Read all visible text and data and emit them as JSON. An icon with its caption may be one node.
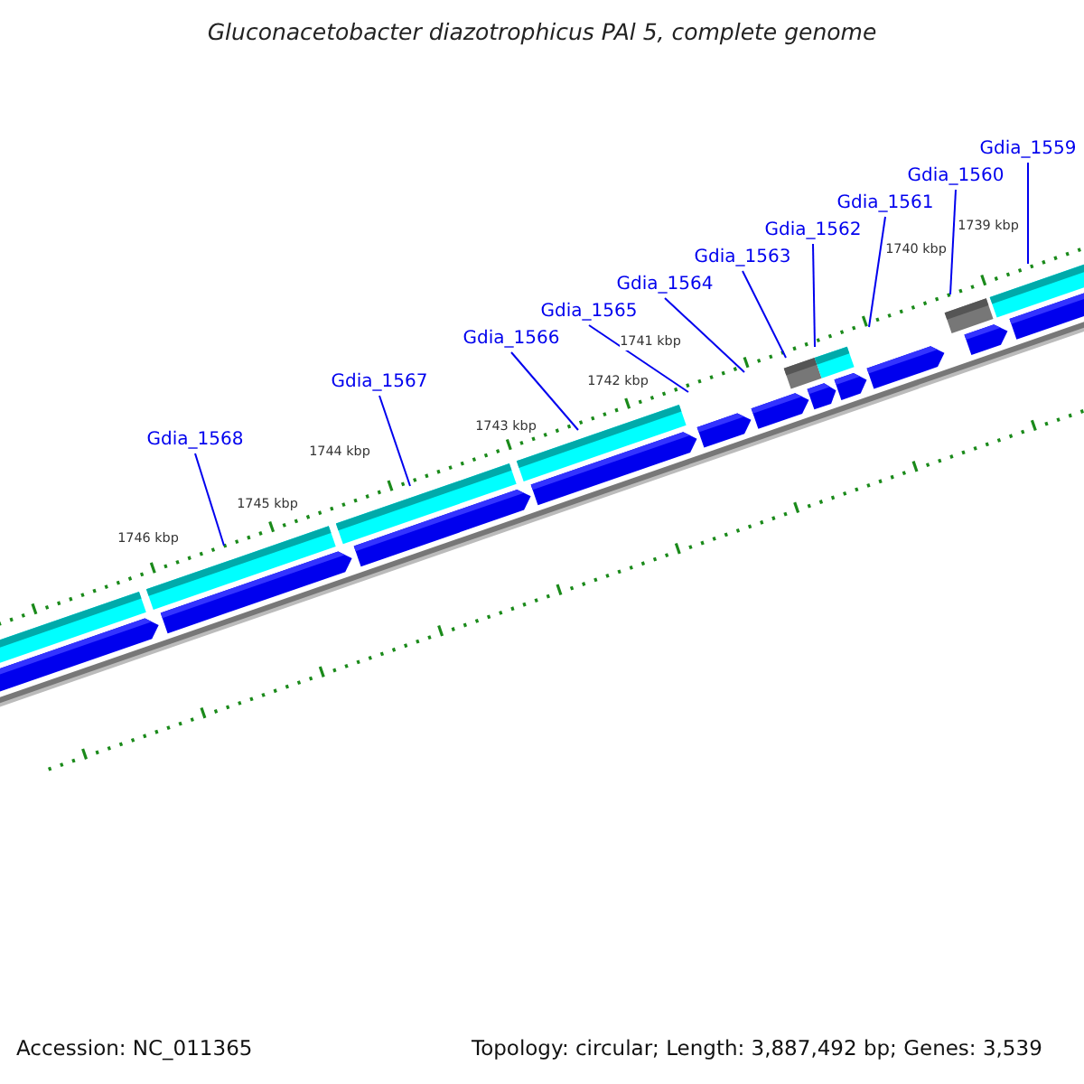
{
  "diagram": {
    "title": "Gluconacetobacter diazotrophicus PAl 5, complete genome",
    "nodes": [
      {
        "text": [
          "Gdia_1559"
        ]
      },
      {
        "text": [
          "Gdia_1560"
        ]
      },
      {
        "text": [
          "Gdia_1561"
        ]
      },
      {
        "text": [
          "Gdia_1562"
        ]
      },
      {
        "text": [
          "Gdia_1563"
        ]
      },
      {
        "text": [
          "Gdia_1564"
        ]
      },
      {
        "text": [
          "Gdia_1565"
        ]
      },
      {
        "text": [
          "Gdia_1566"
        ]
      },
      {
        "text": [
          "Gdia_1567"
        ]
      },
      {
        "text": [
          "Gdia_1568"
        ]
      }
    ],
    "edges": [
      {
        "from": 0,
        "to": null,
        "arrow": "none"
      },
      {
        "from": 1,
        "to": null,
        "arrow": "none"
      },
      {
        "from": 2,
        "to": null,
        "arrow": "none"
      },
      {
        "from": 3,
        "to": null,
        "arrow": "none"
      },
      {
        "from": 4,
        "to": null,
        "arrow": "none"
      },
      {
        "from": 5,
        "to": null,
        "arrow": "none"
      },
      {
        "from": 6,
        "to": null,
        "arrow": "none"
      },
      {
        "from": 7,
        "to": null,
        "arrow": "none"
      },
      {
        "from": 8,
        "to": null,
        "arrow": "none"
      },
      {
        "from": 9,
        "to": null,
        "arrow": "none"
      }
    ],
    "labels": [
      "1739 kbp",
      "1740 kbp",
      "1741 kbp",
      "1742 kbp",
      "1743 kbp",
      "1744 kbp",
      "1745 kbp",
      "1746 kbp",
      "Accession: NC_011365",
      "Topology: circular; Length: 3,887,492 bp; Genes: 3,539"
    ]
  }
}
